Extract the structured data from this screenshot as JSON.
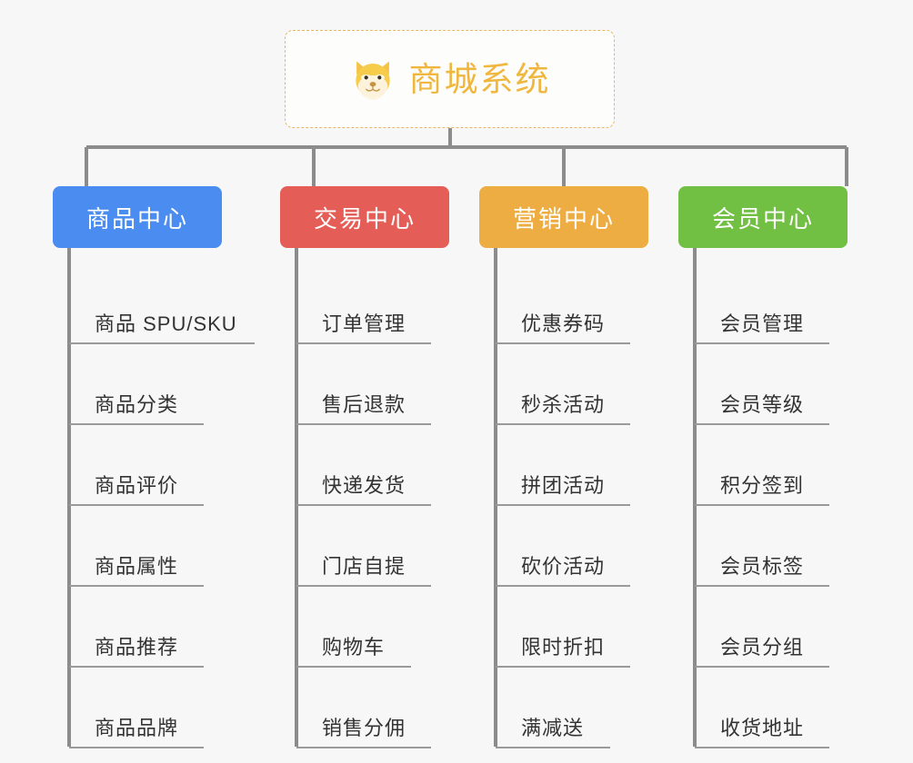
{
  "diagram": {
    "title": "商城系统",
    "type": "mindmap-tree",
    "background_color": "#f7f7f7",
    "connector_color": "#8c8c8c",
    "root": {
      "label": "商城系统",
      "icon": "shiba-dog-face-emoji",
      "text_color": "#f0b73f",
      "border_color": "#e8b860",
      "background_color": "#fdfdfb",
      "border_style": "dashed"
    },
    "categories": [
      {
        "label": "商品中心",
        "color": "#4a8cf0",
        "items": [
          {
            "label": "商品 SPU/SKU",
            "underline_width": 204
          },
          {
            "label": "商品分类",
            "underline_width": 148
          },
          {
            "label": "商品评价",
            "underline_width": 148
          },
          {
            "label": "商品属性",
            "underline_width": 148
          },
          {
            "label": "商品推荐",
            "underline_width": 148
          },
          {
            "label": "商品品牌",
            "underline_width": 148
          }
        ]
      },
      {
        "label": "交易中心",
        "color": "#e55d57",
        "items": [
          {
            "label": "订单管理",
            "underline_width": 148
          },
          {
            "label": "售后退款",
            "underline_width": 148
          },
          {
            "label": "快递发货",
            "underline_width": 148
          },
          {
            "label": "门店自提",
            "underline_width": 148
          },
          {
            "label": "购物车",
            "underline_width": 126
          },
          {
            "label": "销售分佣",
            "underline_width": 148
          }
        ]
      },
      {
        "label": "营销中心",
        "color": "#eead42",
        "items": [
          {
            "label": "优惠券码",
            "underline_width": 148
          },
          {
            "label": "秒杀活动",
            "underline_width": 148
          },
          {
            "label": "拼团活动",
            "underline_width": 148
          },
          {
            "label": "砍价活动",
            "underline_width": 148
          },
          {
            "label": "限时折扣",
            "underline_width": 148
          },
          {
            "label": "满减送",
            "underline_width": 126
          }
        ]
      },
      {
        "label": "会员中心",
        "color": "#72c043",
        "items": [
          {
            "label": "会员管理",
            "underline_width": 148
          },
          {
            "label": "会员等级",
            "underline_width": 148
          },
          {
            "label": "积分签到",
            "underline_width": 148
          },
          {
            "label": "会员标签",
            "underline_width": 148
          },
          {
            "label": "会员分组",
            "underline_width": 148
          },
          {
            "label": "收货地址",
            "underline_width": 148
          }
        ]
      }
    ]
  }
}
